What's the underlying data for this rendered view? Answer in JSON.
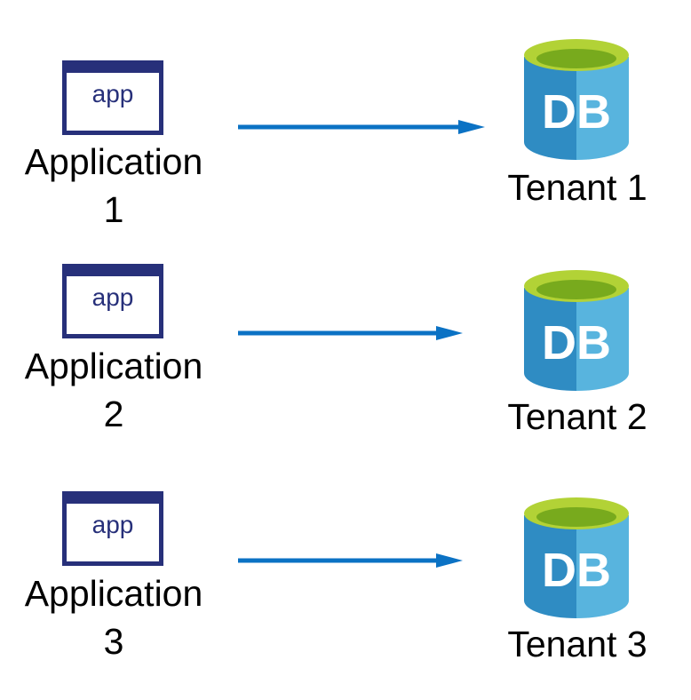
{
  "colors": {
    "app_window_stroke": "#27307a",
    "app_text": "#27307a",
    "arrow": "#0b72c4",
    "db_body_dark": "#2f8cc3",
    "db_body_light": "#58b4de",
    "db_top_rim": "#b2d236",
    "db_top_inner": "#78aa1d",
    "db_text": "#ffffff"
  },
  "icons": {
    "app": "app-window-icon",
    "database": "database-cylinder-icon",
    "arrow": "right-arrow"
  },
  "pairs": [
    {
      "app_icon_text": "app",
      "application_line1": "Application",
      "application_line2": "1",
      "db_icon_text": "DB",
      "tenant_label": "Tenant 1"
    },
    {
      "app_icon_text": "app",
      "application_line1": "Application",
      "application_line2": "2",
      "db_icon_text": "DB",
      "tenant_label": "Tenant 2"
    },
    {
      "app_icon_text": "app",
      "application_line1": "Application",
      "application_line2": "3",
      "db_icon_text": "DB",
      "tenant_label": "Tenant 3"
    }
  ]
}
